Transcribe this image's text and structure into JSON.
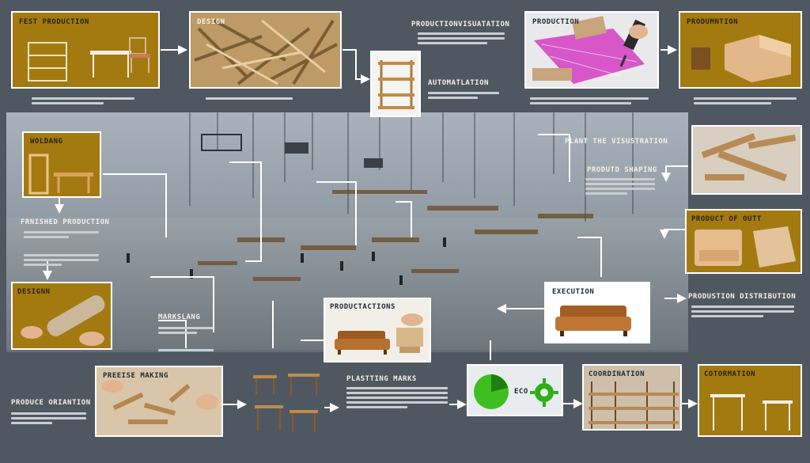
{
  "stages": {
    "first_production": "FEST PRODUCTION",
    "design_top": "DESIGN",
    "production_visualization": "PRODUCTIONVISUATATION",
    "automation": "AUTOMATLATION",
    "production_top": "PRODUCTION",
    "production_right": "PRODUMNTION",
    "welding": "WOLDANG",
    "finished_production": "FRNISHED PRODUCTION",
    "plant_visualization": "PLANT THE VISUSTRATION",
    "product_shaping": "PRODUTD SHAPING",
    "product_output": "PRODUCT OF OUTT",
    "designs_left": "DESIGNN",
    "marking": "MARKSLANG",
    "productions_center": "PRODUCTACTIONS",
    "execution": "EXECUTION",
    "production_distribution": "PRODUSTION DISTRIBUTION",
    "product_orientation": "PRODUCE ORIANTION",
    "precise_making": "PREEISE MAKING",
    "planting_marks": "PLASTTING MARKS",
    "eco": "ECO",
    "coordination": "COORDINATION",
    "cotomation": "COTORMATION"
  },
  "colors": {
    "background": "#4f5861",
    "gold": "#a37a10",
    "card_border": "#ffffff",
    "arrow": "#ffffff",
    "pie_green": "#3fbf1f"
  },
  "icons": [
    "shelf-icon",
    "table-icon",
    "chair-icon",
    "sofa-icon",
    "gear-icon",
    "pie-chart-icon",
    "cnc-tool-icon"
  ]
}
